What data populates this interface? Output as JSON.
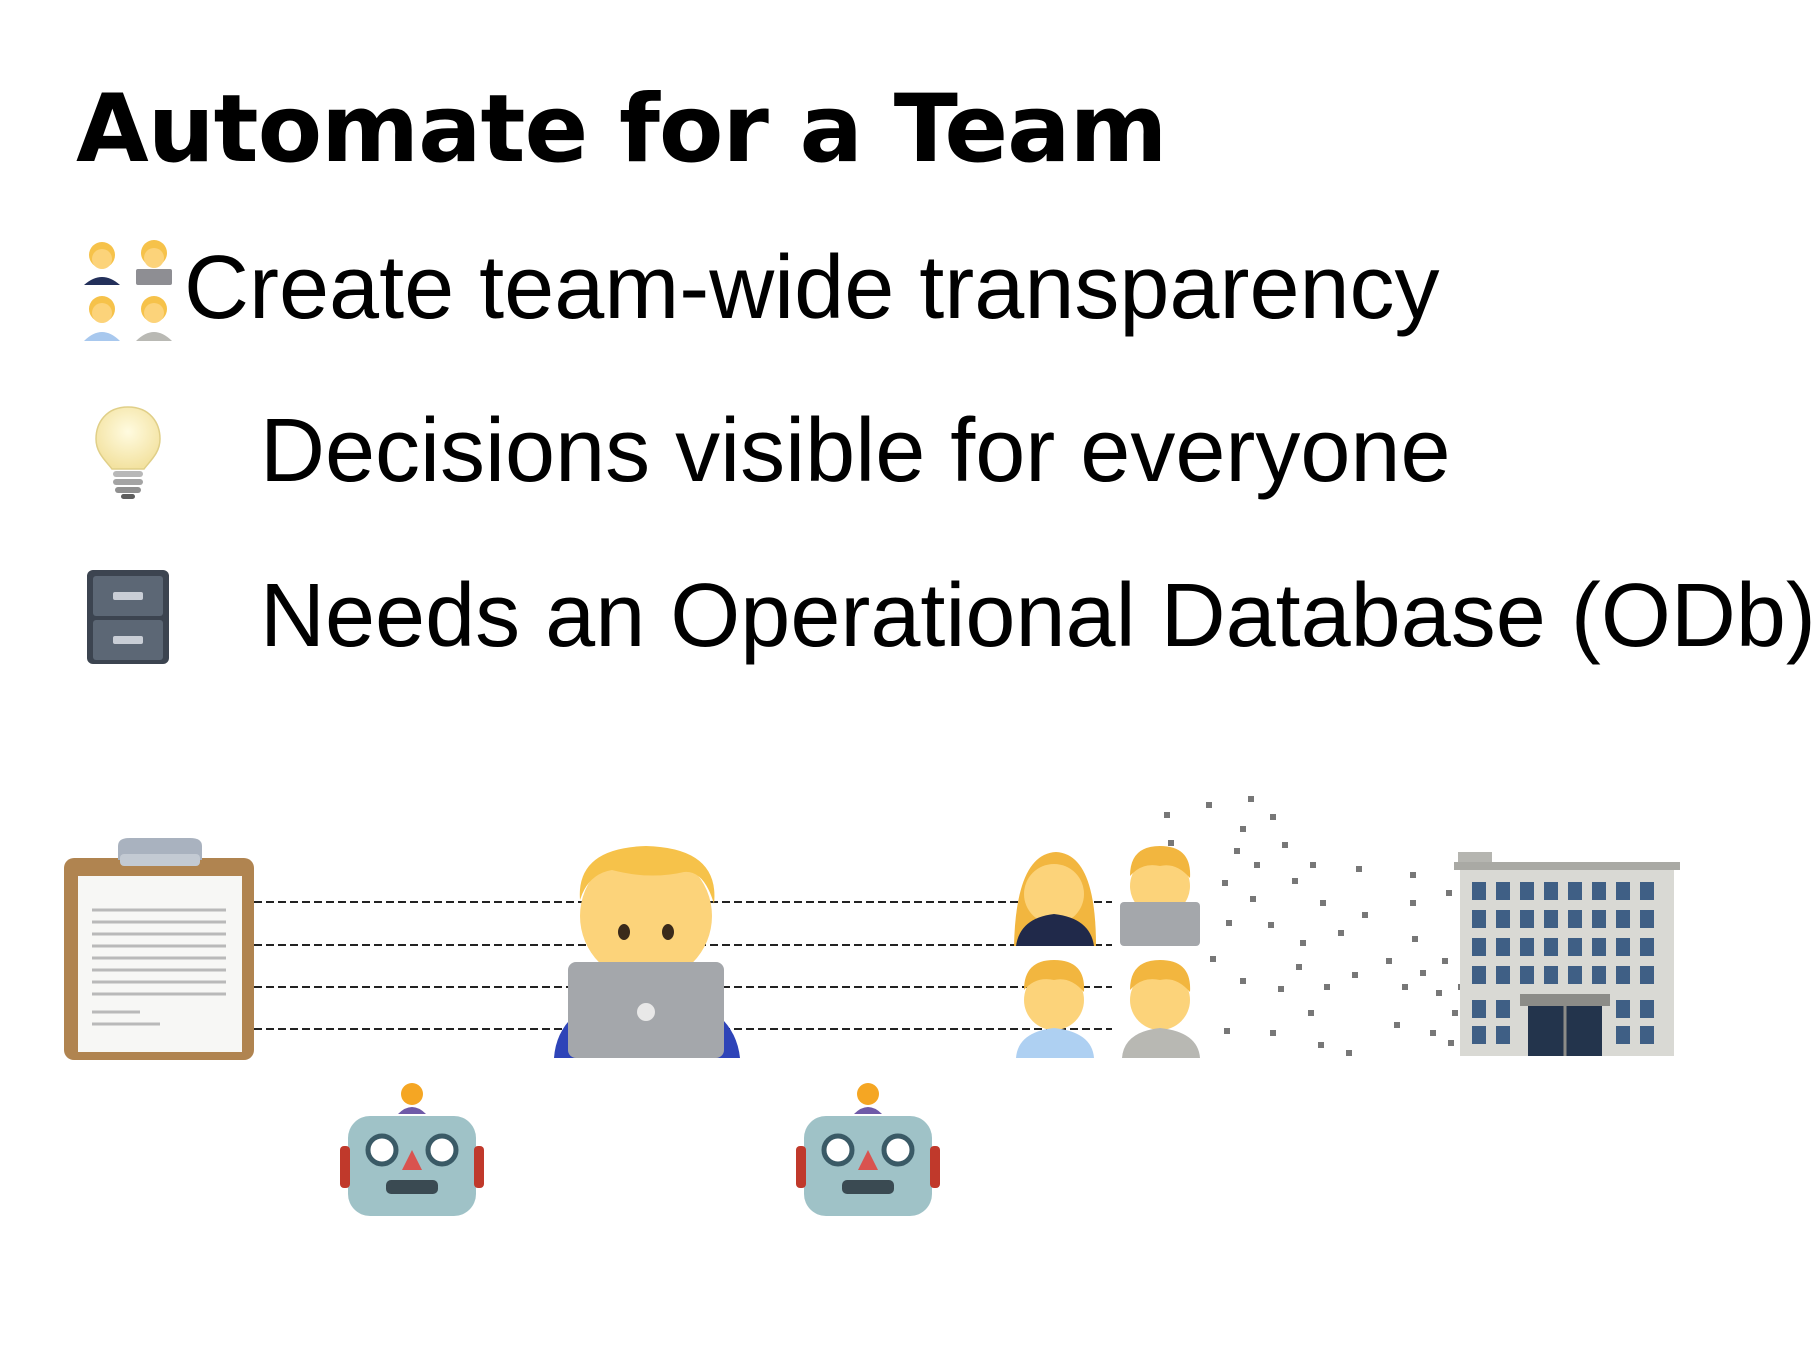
{
  "slide": {
    "title": "Automate for a Team",
    "bullets": [
      {
        "icon": "team-icon",
        "text": "Create team-wide transparency"
      },
      {
        "icon": "lightbulb-icon",
        "text": "Decisions visible for everyone"
      },
      {
        "icon": "file-cabinet-icon",
        "text": "Needs an Operational Database (ODb)"
      }
    ]
  },
  "diagram": {
    "icons": [
      "clipboard-icon",
      "developer-icon",
      "team-icon",
      "office-building-icon",
      "robot-icon",
      "robot-icon"
    ]
  },
  "colors": {
    "background": "#ffffff",
    "text": "#000000",
    "connector": "#222222"
  }
}
